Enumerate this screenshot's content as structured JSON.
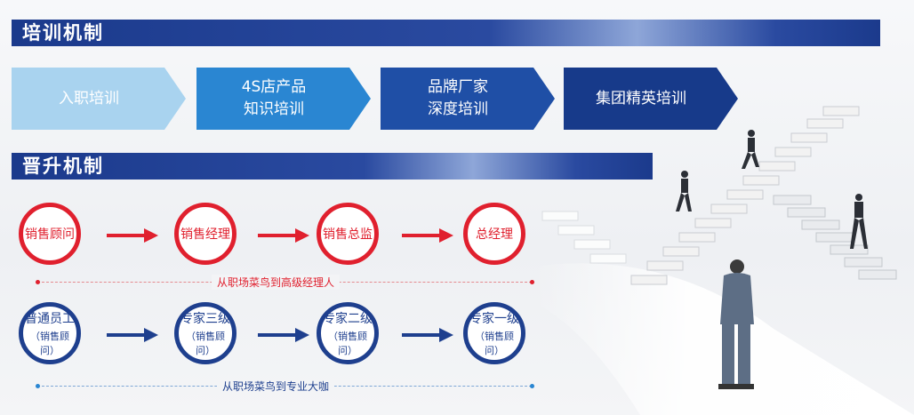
{
  "training": {
    "title": "培训机制",
    "steps": [
      {
        "line1": "入职培训",
        "line2": ""
      },
      {
        "line1": "4S店产品",
        "line2": "知识培训"
      },
      {
        "line1": "品牌厂家",
        "line2": "深度培训"
      },
      {
        "line1": "集团精英培训",
        "line2": ""
      }
    ]
  },
  "promotion": {
    "title": "晋升机制",
    "management_track": {
      "stages": [
        "销售顾问",
        "销售经理",
        "销售总监",
        "总经理"
      ],
      "caption": "从职场菜鸟到高级经理人",
      "color": "#e0202e"
    },
    "professional_track": {
      "stages": [
        {
          "name": "普通员工",
          "sub": "（销售顾问）"
        },
        {
          "name": "专家三级",
          "sub": "（销售顾问）"
        },
        {
          "name": "专家二级",
          "sub": "（销售顾问）"
        },
        {
          "name": "专家一级",
          "sub": "（销售顾问）"
        }
      ],
      "caption": "从职场菜鸟到专业大咖",
      "color": "#1e3f8e"
    }
  }
}
